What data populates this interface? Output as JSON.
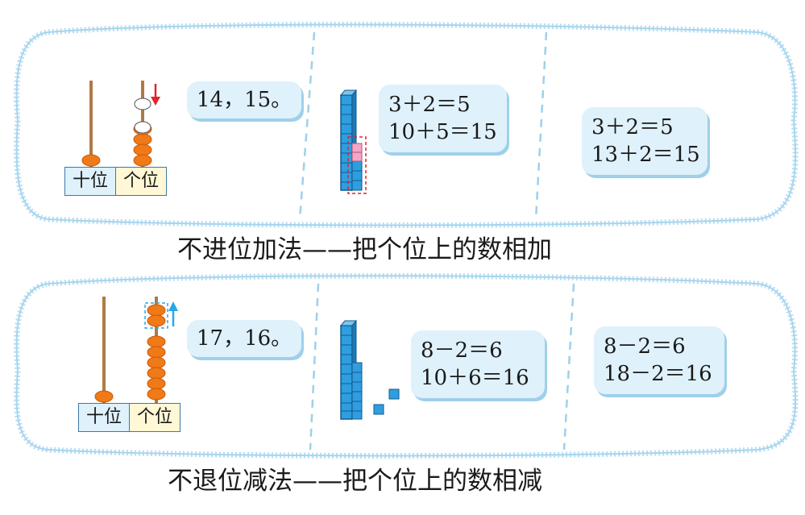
{
  "addition": {
    "abacus": {
      "tens_label": "十位",
      "ones_label": "个位",
      "tens_beads": 1,
      "ones_beads": 4
    },
    "count_text": "14，15。",
    "blocks_equations": [
      "3＋2＝5",
      "10＋5＝15"
    ],
    "direct_equations": [
      "3＋2＝5",
      "13＋2＝15"
    ],
    "caption": "不进位加法——把个位上的数相加"
  },
  "subtraction": {
    "abacus": {
      "tens_label": "十位",
      "ones_label": "个位",
      "tens_beads": 1,
      "ones_beads": 8
    },
    "count_text": "17，16。",
    "blocks_equations": [
      "8－2＝6",
      "10＋6＝16"
    ],
    "direct_equations": [
      "8－2＝6",
      "18－2＝16"
    ],
    "caption": "不退位减法——把个位上的数相减"
  },
  "colors": {
    "frame": "#b8def2",
    "bead": "#f07a18",
    "rod": "#b07a45",
    "cube": "#2f9ee0",
    "pink": "#f4a6c4",
    "red_arrow": "#e0242c",
    "blue_arrow": "#2aa7e6"
  }
}
